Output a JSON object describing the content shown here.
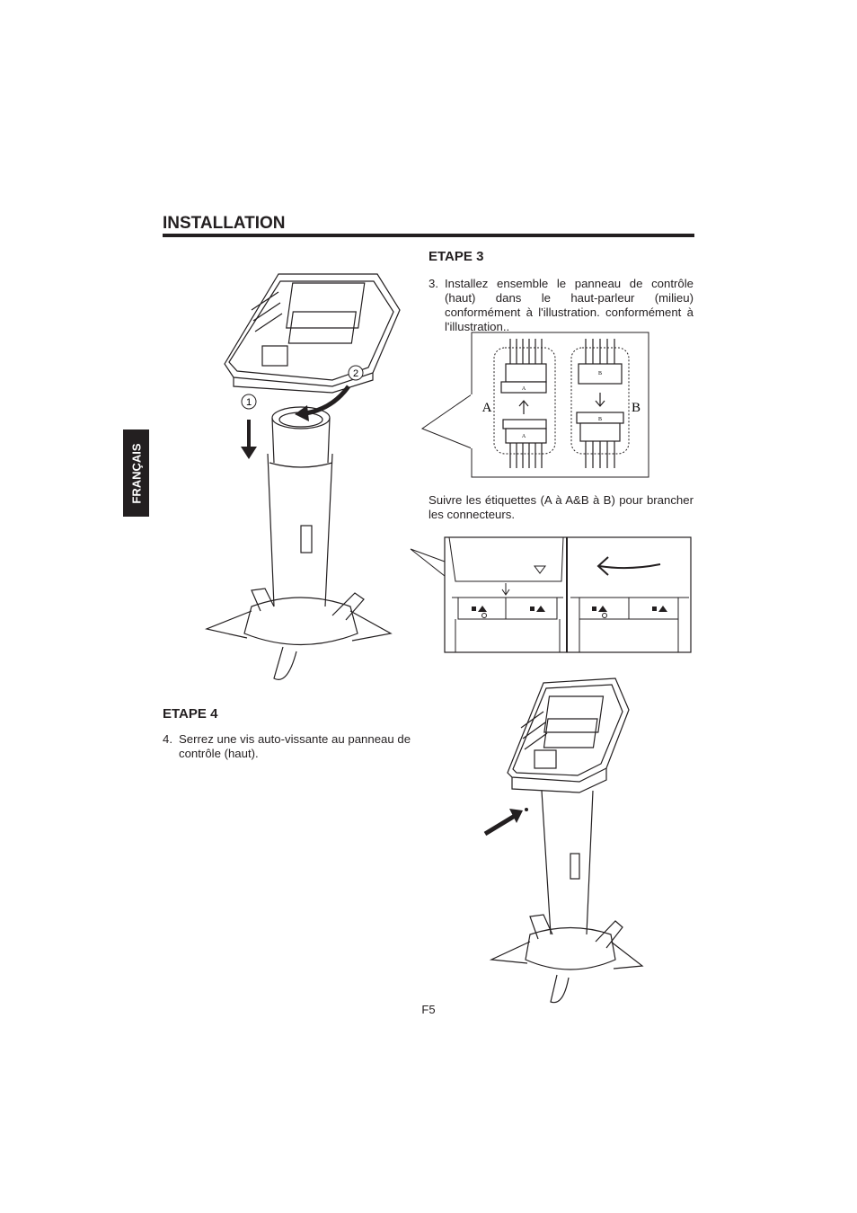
{
  "header": {
    "title": "INSTALLATION"
  },
  "language_tab": {
    "label": "FRANÇAIS"
  },
  "step3": {
    "heading": "ETAPE 3",
    "number": "3.",
    "text": "Installez ensemble le panneau de contrôle (haut) dans le haut-parleur (milieu) conformément à l'illustration. conformément à l'illustration..",
    "followup": "Suivre les étiquettes (A à A&B à B) pour brancher les connecteurs."
  },
  "step4": {
    "heading": "ETAPE 4",
    "number": "4.",
    "text": "Serrez une vis auto-vissante au panneau de contrôle (haut)."
  },
  "figure1": {
    "callout_1": "1",
    "callout_2": "2"
  },
  "connector_figure": {
    "label_a": "A",
    "label_b": "B",
    "tag_a": "A",
    "tag_b": "B"
  },
  "footer": {
    "page": "F5"
  }
}
